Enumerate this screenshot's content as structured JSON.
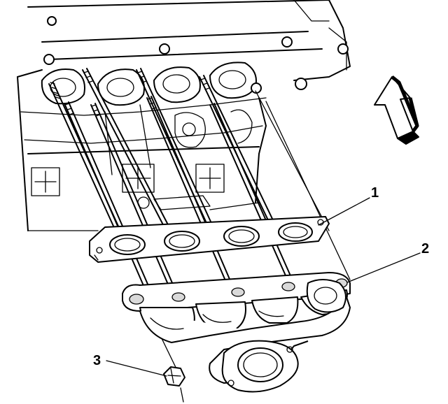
{
  "callouts": [
    {
      "id": "1",
      "label": "1",
      "part": "exhaust-manifold-gasket"
    },
    {
      "id": "2",
      "label": "2",
      "part": "exhaust-manifold"
    },
    {
      "id": "3",
      "label": "3",
      "part": "exhaust-manifold-nut"
    }
  ],
  "icons": {
    "direction_arrow": "front-direction-arrow-icon"
  },
  "colors": {
    "ink": "#000000",
    "paper": "#ffffff",
    "shade": "#d9d9d9"
  }
}
